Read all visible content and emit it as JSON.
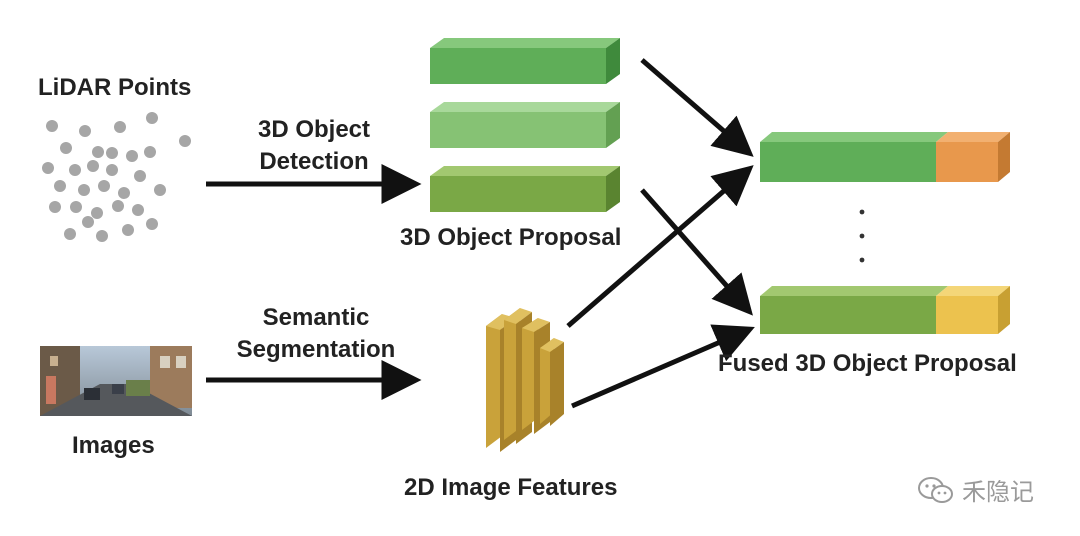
{
  "labels": {
    "lidar_points": "LiDAR Points",
    "detection_line1": "3D Object",
    "detection_line2": "Detection",
    "proposal": "3D Object Proposal",
    "segmentation_line1": "Semantic",
    "segmentation_line2": "Segmentation",
    "images": "Images",
    "features": "2D Image Features",
    "fused": "Fused 3D Object Proposal"
  },
  "watermark": {
    "text": "禾隐记",
    "icon": "wechat-icon"
  },
  "colors": {
    "proposal_green_1": "#5fae58",
    "proposal_green_2": "#86c274",
    "proposal_green_3": "#7aa846",
    "fused_green": "#5fae58",
    "fused_orange": "#e8984c",
    "fused_yellow": "#ecc24e",
    "feature_gold": "#c9a23a",
    "point_gray": "#a6a6a6",
    "arrow": "#111111"
  }
}
